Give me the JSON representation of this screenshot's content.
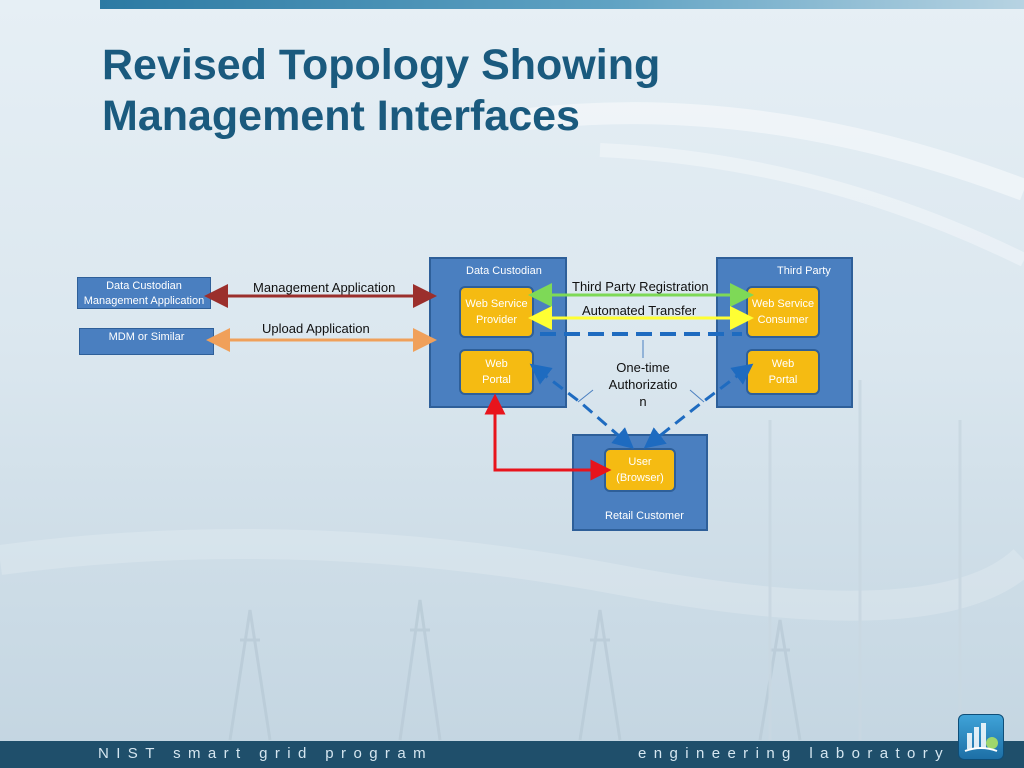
{
  "slide": {
    "title_line1": "Revised Topology Showing",
    "title_line2": "Management Interfaces"
  },
  "left_boxes": {
    "dc_mgmt_app_line1": "Data Custodian",
    "dc_mgmt_app_line2": "Management Application",
    "mdm": "MDM or Similar"
  },
  "data_custodian": {
    "label": "Data Custodian",
    "web_service_line1": "Web Service",
    "web_service_line2": "Provider",
    "web_portal_line1": "Web",
    "web_portal_line2": "Portal"
  },
  "third_party": {
    "label": "Third Party",
    "web_service_line1": "Web Service",
    "web_service_line2": "Consumer",
    "web_portal_line1": "Web",
    "web_portal_line2": "Portal"
  },
  "retail_customer": {
    "label": "Retail Customer",
    "user_line1": "User",
    "user_line2": "(Browser)"
  },
  "connections": {
    "management_application": "Management Application",
    "upload_application": "Upload Application",
    "third_party_registration": "Third Party Registration",
    "automated_transfer": "Automated Transfer",
    "one_time_auth_line1": "One-time",
    "one_time_auth_line2": "Authorizatio",
    "one_time_auth_line3": "n"
  },
  "colors": {
    "management_arrow": "#9b2f2c",
    "upload_arrow": "#f0a05a",
    "registration_arrow": "#7ed957",
    "transfer_arrow": "#ffff33",
    "user_portal_link": "#e8141c",
    "auth_dashed": "#1e6bc0"
  },
  "footer": {
    "left": "NIST smart grid program",
    "right": "engineering laboratory"
  }
}
